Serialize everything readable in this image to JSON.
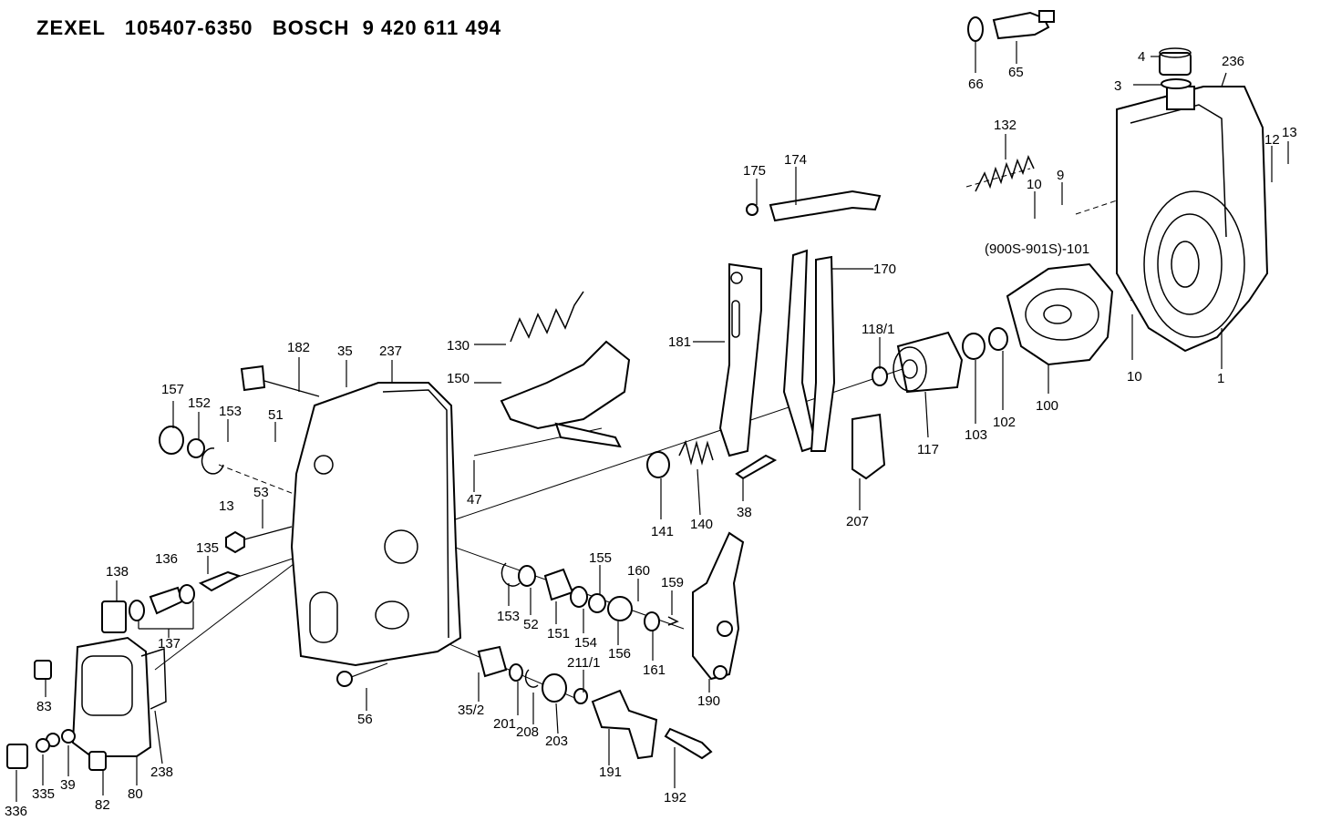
{
  "header": {
    "brand1": "ZEXEL",
    "part_number": "105407-6350",
    "brand2": "BOSCH",
    "bosch_number": "9 420 611 494"
  },
  "callouts": [
    "66",
    "65",
    "4",
    "3",
    "236",
    "12",
    "13",
    "132",
    "9",
    "10",
    "(900S-901S)-101",
    "175",
    "174",
    "170",
    "181",
    "118/1",
    "130",
    "150",
    "182",
    "35",
    "237",
    "157",
    "152",
    "153",
    "51",
    "47",
    "141",
    "140",
    "38",
    "117",
    "103",
    "102",
    "100",
    "10",
    "1",
    "207",
    "13",
    "53",
    "135",
    "136",
    "138",
    "137",
    "153",
    "52",
    "151",
    "155",
    "154",
    "156",
    "160",
    "159",
    "161",
    "190",
    "83",
    "56",
    "35/2",
    "201",
    "208",
    "211/1",
    "203",
    "191",
    "192",
    "80",
    "238",
    "336",
    "335",
    "39",
    "82"
  ]
}
